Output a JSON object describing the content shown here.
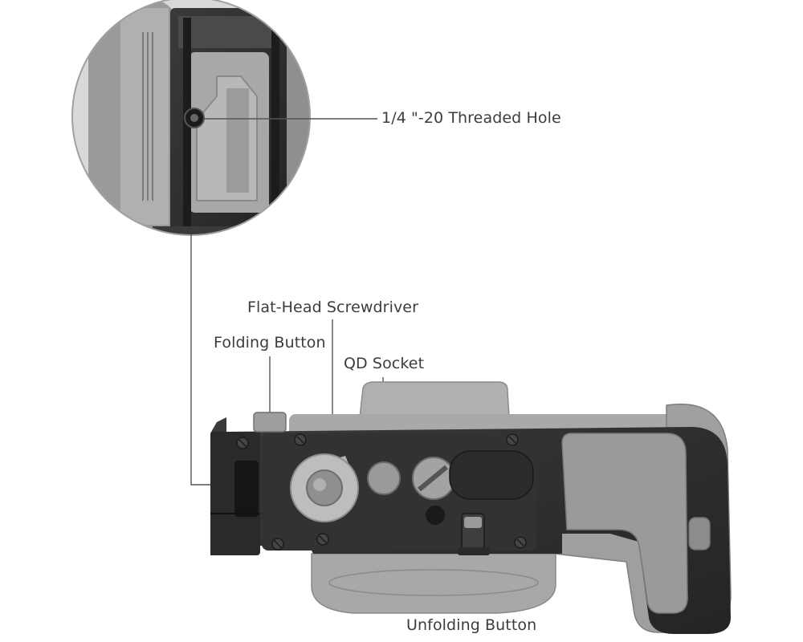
{
  "labels": {
    "threaded_hole": "1/4 \"-20 Threaded Hole",
    "flat_head_screwdriver": "Flat-Head Screwdriver",
    "folding_button": "Folding Button",
    "qd_socket": "QD Socket",
    "unfolding_button": "Unfolding Button"
  },
  "colors": {
    "plate": "#2f2f31",
    "camera_body": "#9c9c9c",
    "leader_line": "#555555",
    "label_text": "#3c3c3c"
  }
}
